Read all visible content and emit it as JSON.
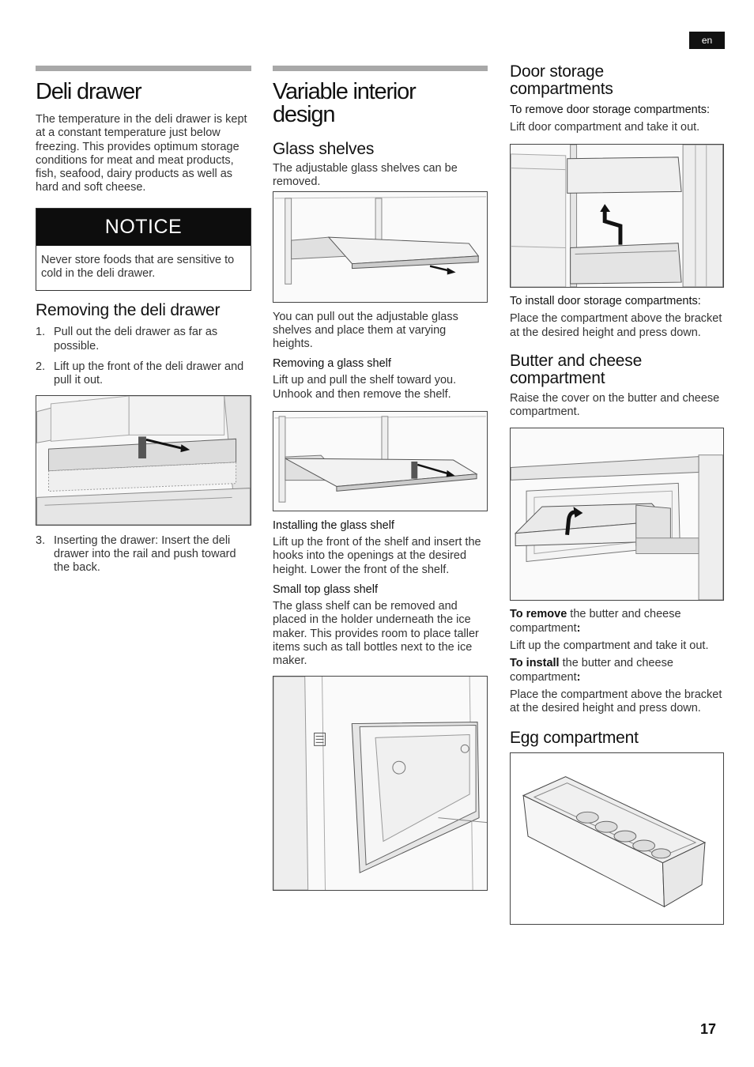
{
  "page": {
    "lang": "en",
    "number": "17"
  },
  "deli": {
    "title": "Deli drawer",
    "intro": "The temperature in the deli drawer is kept at a constant temperature just below freezing. This provides optimum storage conditions for meat and meat products, fish, seafood, dairy products as well as hard and soft cheese.",
    "notice_label": "NOTICE",
    "notice_text": "Never store foods that are sensitive to cold in the deli drawer.",
    "removing_heading": "Removing the deli drawer",
    "steps": [
      {
        "num": "1.",
        "text": "Pull out the deli drawer as far as possible."
      },
      {
        "num": "2.",
        "text": "Lift up the front of the deli drawer and pull it out."
      },
      {
        "num": "3.",
        "text": "Inserting the drawer: Insert the deli drawer into the rail and push toward the back."
      }
    ]
  },
  "variable": {
    "title_line1": "Variable interior",
    "title_line2": "design",
    "glass_heading": "Glass shelves",
    "glass_intro": "The adjustable glass shelves can be removed.",
    "glass_pull": "You can pull out the adjustable glass shelves and place them at varying heights.",
    "removing_heading": "Removing a glass shelf",
    "removing_text": "Lift up and pull the shelf toward you. Unhook and then remove the shelf.",
    "installing_heading": "Installing the glass shelf",
    "installing_text": "Lift up the front of the shelf and insert the hooks into the openings at the desired height. Lower the front of the shelf.",
    "small_heading": "Small top glass shelf",
    "small_text": "The glass shelf can be removed and placed in the holder underneath the ice maker. This provides room to place taller items such as tall bottles next to the ice maker."
  },
  "door": {
    "heading_line1": "Door storage",
    "heading_line2": "compartments",
    "remove_heading": "To remove door storage compartments:",
    "remove_text": "Lift door compartment and take it out.",
    "install_heading": "To install door storage compartments:",
    "install_text": "Place the compartment above the bracket at the desired height and press down."
  },
  "butter": {
    "heading_line1": "Butter and cheese",
    "heading_line2": "compartment",
    "intro": "Raise the cover on the butter and cheese compartment.",
    "remove_bold": "To remove",
    "remove_rest": " the butter and cheese compartment",
    "remove_colon": ":",
    "remove_text": "Lift up the compartment and take it out.",
    "install_bold": "To install",
    "install_rest": " the butter and cheese compartment",
    "install_colon": ":",
    "install_text": "Place the compartment above the bracket at the desired height and press down."
  },
  "egg": {
    "heading": "Egg compartment"
  }
}
